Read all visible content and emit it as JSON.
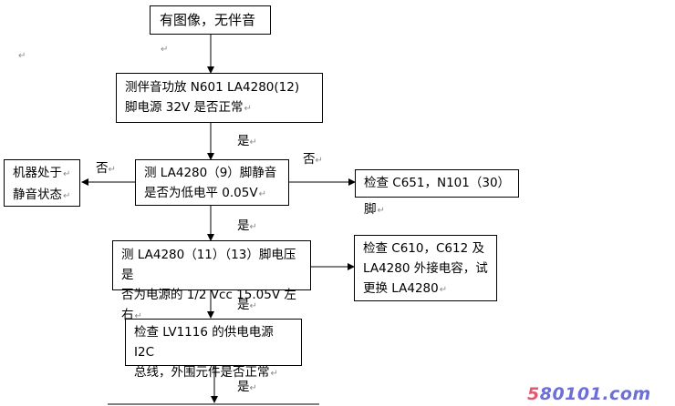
{
  "diagram": {
    "return_mark": "↵",
    "nodes": {
      "start": {
        "lines": [
          "有图像，无伴音"
        ]
      },
      "check_power": {
        "lines": [
          "测伴音功放 N601 LA4280(12)",
          "脚电源 32V 是否正常"
        ]
      },
      "check_mute": {
        "lines": [
          "测 LA4280（9）脚静音",
          "是否为低电平 0.05V"
        ]
      },
      "muted_state": {
        "lines": [
          "机器处于",
          "静音状态"
        ]
      },
      "check_c651": {
        "lines": [
          "检查 C651，N101（30）脚"
        ]
      },
      "check_voltage": {
        "lines": [
          "测 LA4280（11）（13）脚电压是",
          "否为电源的 1/2 Vcc 15.05V 左右"
        ]
      },
      "check_caps": {
        "lines": [
          "检查  C610，C612 及",
          "LA4280 外接电容，试",
          "更换 LA4280"
        ]
      },
      "check_lv1116": {
        "lines": [
          "检查 LV1116 的供电电源 I2C",
          "总线，外围元件是否正常"
        ]
      }
    },
    "edge_labels": {
      "yes_1": "是",
      "no_left": "否",
      "no_right": "否",
      "yes_2": "是",
      "yes_3": "是",
      "yes_4": "是"
    },
    "watermark": {
      "text_red": "5",
      "text_blue": "80101.com",
      "red": "#e05a6e",
      "blue": "#6b6fd6"
    }
  }
}
